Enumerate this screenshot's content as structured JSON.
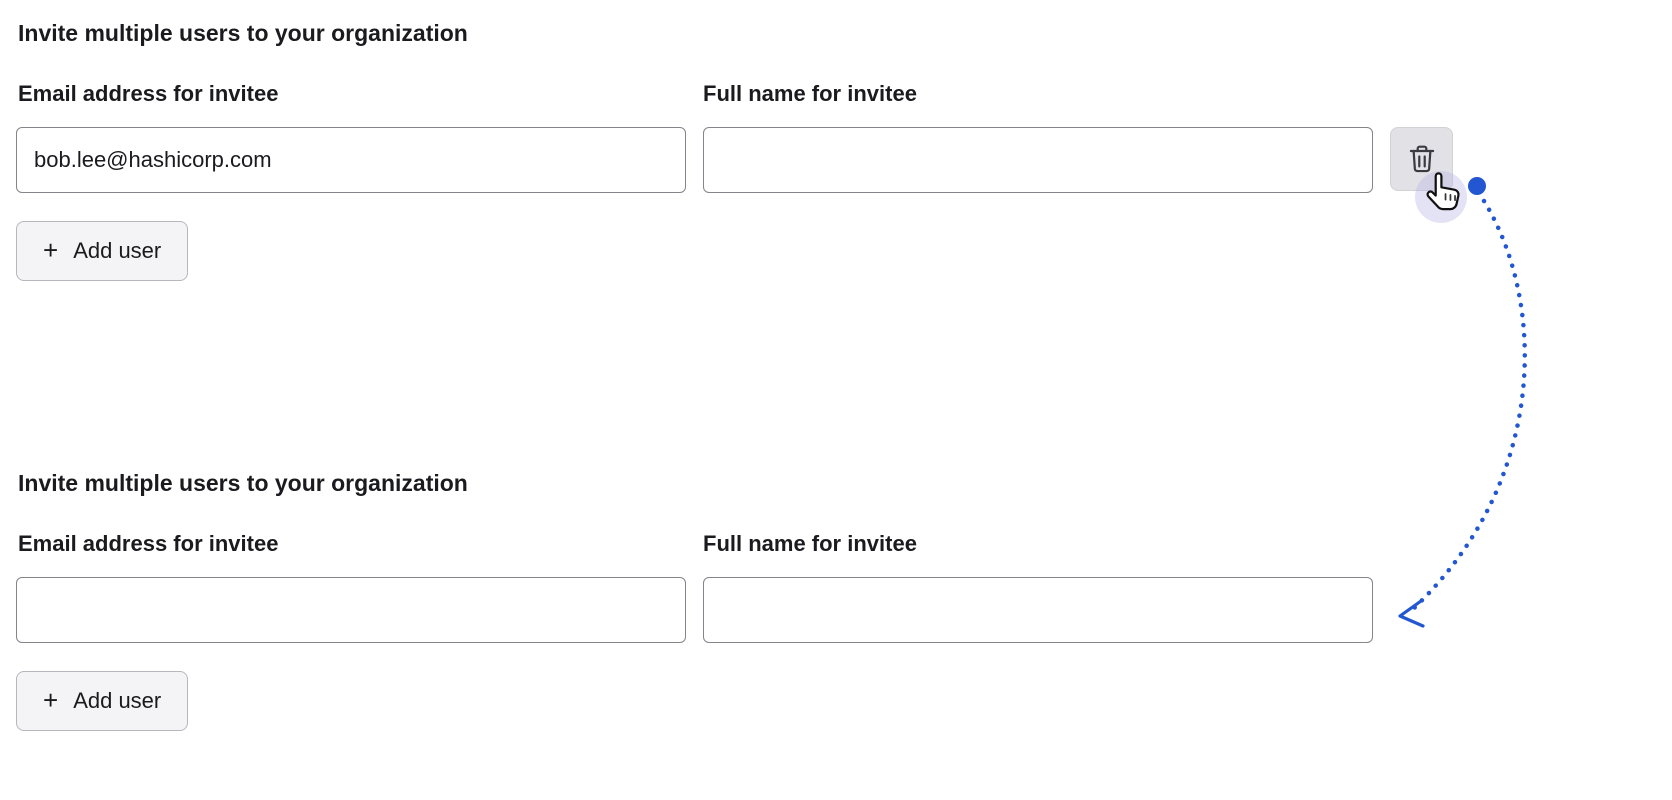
{
  "colors": {
    "accent_blue": "#2257d1",
    "text": "#1b1b1f",
    "input_border": "#84848a",
    "button_bg": "#f4f4f6",
    "button_border": "#b6b6bc",
    "icon_button_bg": "#e2e2e6",
    "cursor_halo": "#b9b3e6"
  },
  "icons": {
    "plus_glyph": "+",
    "trash": "trash-icon",
    "cursor": "hand-pointer-cursor"
  },
  "form_before": {
    "heading": "Invite multiple users to your organization",
    "email_label": "Email address for invitee",
    "email_value": "bob.lee@hashicorp.com",
    "name_label": "Full name for invitee",
    "name_value": "",
    "add_user_label": "Add user"
  },
  "form_after": {
    "heading": "Invite multiple users to your organization",
    "email_label": "Email address for invitee",
    "email_value": "",
    "name_label": "Full name for invitee",
    "name_value": "",
    "add_user_label": "Add user"
  }
}
